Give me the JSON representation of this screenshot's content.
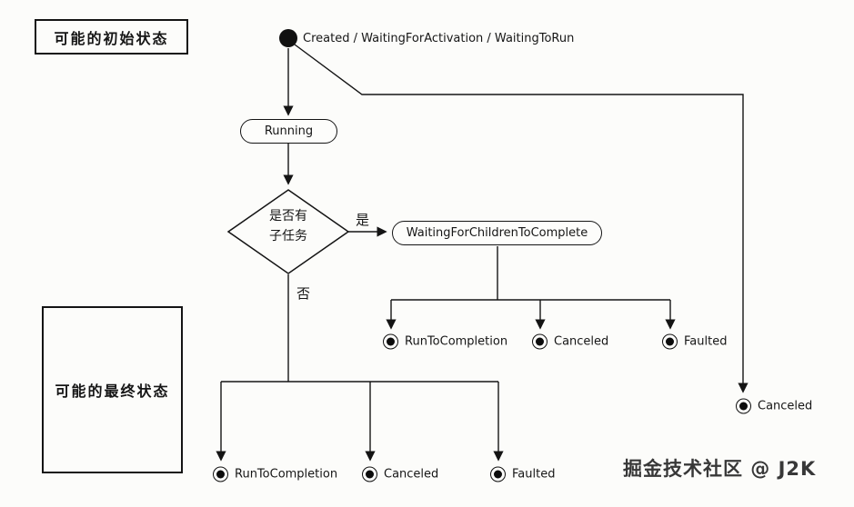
{
  "annotations": {
    "initial_box": "可能的初始状态",
    "final_box": "可能的最终状态"
  },
  "watermark": "掘金技术社区 @ J2K",
  "nodes": {
    "initial_label": "Created / WaitingForActivation / WaitingToRun",
    "running": "Running",
    "decision": {
      "line1": "是否有",
      "line2": "子任务"
    },
    "yes": "是",
    "no": "否",
    "waiting_for_children": "WaitingForChildrenToComplete",
    "children_finals": [
      "RunToCompletion",
      "Canceled",
      "Faulted"
    ],
    "bottom_finals": [
      "RunToCompletion",
      "Canceled",
      "Faulted"
    ],
    "right_final": "Canceled"
  }
}
